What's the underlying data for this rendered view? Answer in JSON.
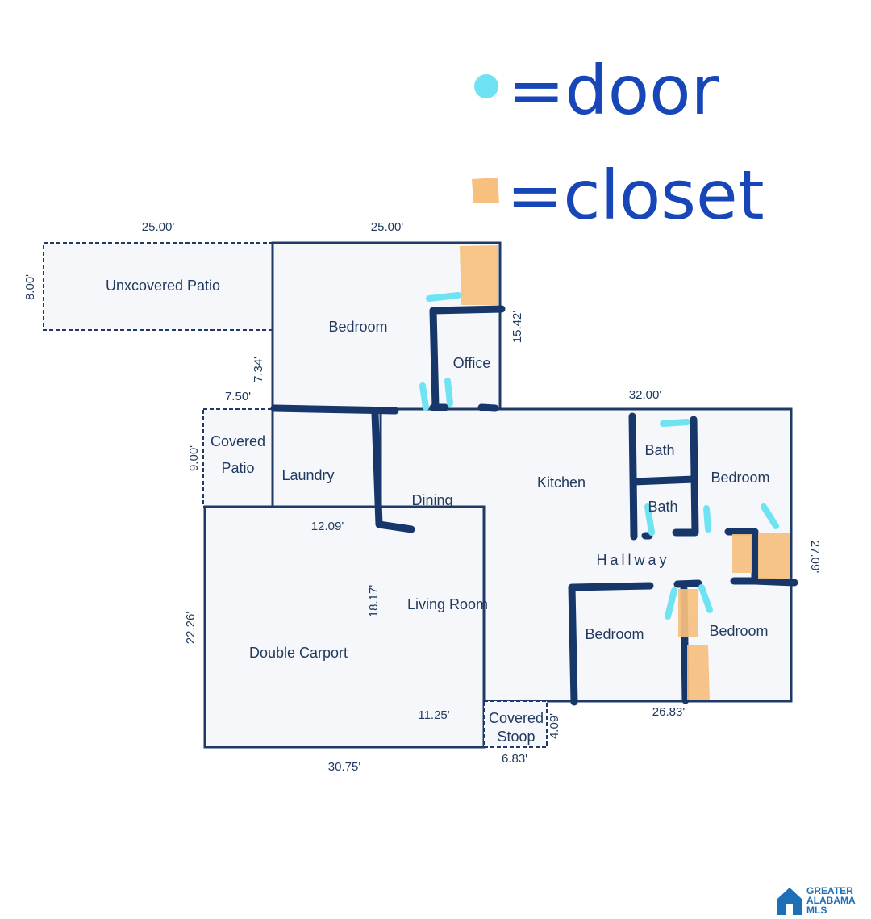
{
  "legend": {
    "door_label": "=door",
    "closet_label": "=closet",
    "door_color": "#6fe3f2",
    "closet_color": "#f7c07f"
  },
  "rooms": {
    "uncovered_patio": "Unxcovered Patio",
    "bedroom_top": "Bedroom",
    "office": "Office",
    "covered_patio_1": "Covered",
    "covered_patio_2": "Patio",
    "laundry": "Laundry",
    "dining": "Dining",
    "kitchen": "Kitchen",
    "bath_upper": "Bath",
    "bath_lower": "Bath",
    "bedroom_right_upper": "Bedroom",
    "hallway": "Hallway",
    "living_room": "Living Room",
    "double_carport": "Double Carport",
    "bedroom_middle_lower": "Bedroom",
    "bedroom_right_lower": "Bedroom",
    "covered_stoop_1": "Covered",
    "covered_stoop_2": "Stoop"
  },
  "dimensions": {
    "patio_width": "25.00'",
    "patio_depth": "8.00'",
    "bedroom_width": "25.00'",
    "bedroom_depth": "15.42'",
    "bedroom_side": "7.34'",
    "covered_patio_width": "7.50'",
    "covered_patio_depth": "9.00'",
    "main_width": "32.00'",
    "carport_top": "12.09'",
    "living_depth": "18.17'",
    "carport_depth": "22.26'",
    "right_depth": "27.09'",
    "bottom_right": "26.83'",
    "bottom_mid": "11.25'",
    "stoop_depth": "4.09'",
    "stoop_width": "6.83'",
    "carport_width": "30.75'"
  },
  "watermark": {
    "line1": "GREATER",
    "line2": "ALABAMA",
    "line3": "MLS"
  },
  "colors": {
    "outline": "#1f3a66",
    "wall": "#17376b",
    "floor": "#f5f7fb",
    "label": "#213a5e"
  }
}
